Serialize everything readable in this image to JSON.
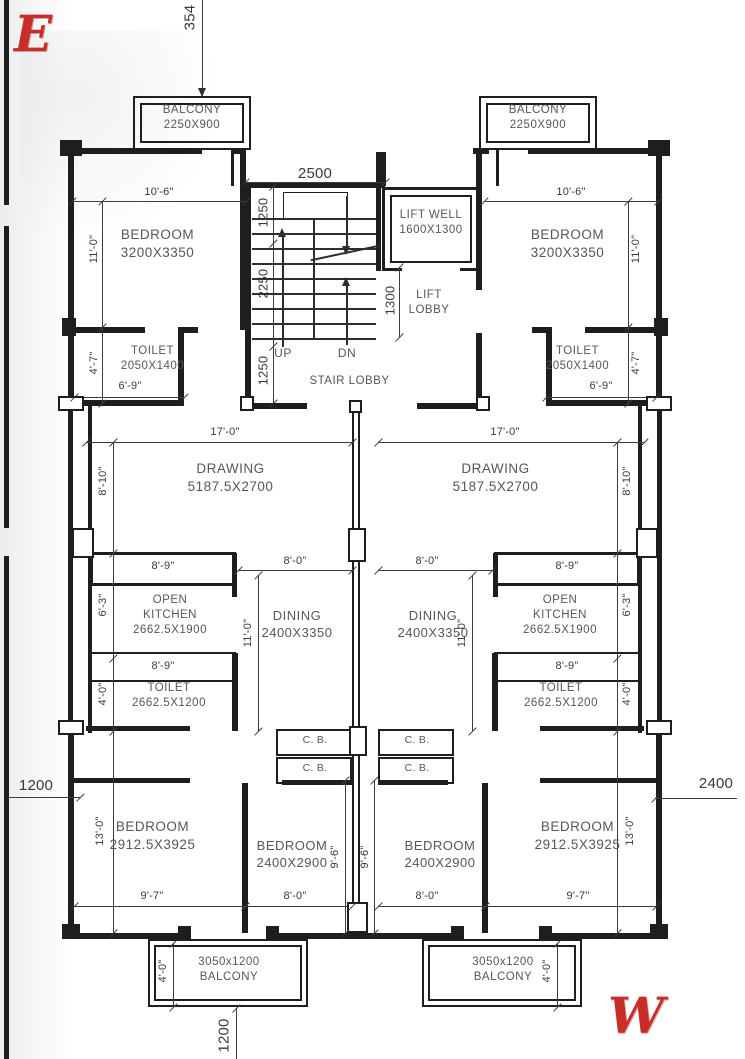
{
  "compass": {
    "east": "E",
    "west": "W"
  },
  "rooms": {
    "balcony_top": {
      "name": "BALCONY",
      "size": "2250X900"
    },
    "bedroom_top": {
      "name": "BEDROOM",
      "size": "3200X3350"
    },
    "toilet_top": {
      "name": "TOILET",
      "size": "2050X1400"
    },
    "lift_well": {
      "name": "LIFT WELL",
      "size": "1600X1300"
    },
    "lift_lobby": {
      "line1": "LIFT",
      "line2": "LOBBY"
    },
    "stair": {
      "lobby": "STAIR LOBBY",
      "up": "UP",
      "down": "DN"
    },
    "drawing": {
      "name": "DRAWING",
      "size": "5187.5X2700"
    },
    "open_kitchen": {
      "line1": "OPEN",
      "line2": "KITCHEN",
      "size": "2662.5X1900"
    },
    "dining": {
      "name": "DINING",
      "size": "2400X3350"
    },
    "toilet_mid": {
      "name": "TOILET",
      "size": "2662.5X1200"
    },
    "cupboard": "C. B.",
    "bedroom_large": {
      "name": "BEDROOM",
      "size": "2912.5X3925"
    },
    "bedroom_small": {
      "name": "BEDROOM",
      "size": "2400X2900"
    },
    "balcony_bottom": {
      "size": "3050x1200",
      "name": "BALCONY"
    }
  },
  "dims": {
    "m354": "354",
    "m2500": "2500",
    "m1250": "1250",
    "m2250": "2250",
    "m1300": "1300",
    "m1200": "1200",
    "m2400": "2400",
    "ft10_6": "10'-6\"",
    "ft11_0": "11'-0\"",
    "ft4_7": "4'-7\"",
    "ft6_9": "6'-9\"",
    "ft17_0": "17'-0\"",
    "ft8_10": "8'-10\"",
    "ft8_0": "8'-0\"",
    "ft8_9": "8'-9\"",
    "ft6_3": "6'-3\"",
    "ft4_0": "4'-0\"",
    "ft13_0": "13'-0\"",
    "ft9_6": "9'-6\"",
    "ft9_7": "9'-7\""
  }
}
